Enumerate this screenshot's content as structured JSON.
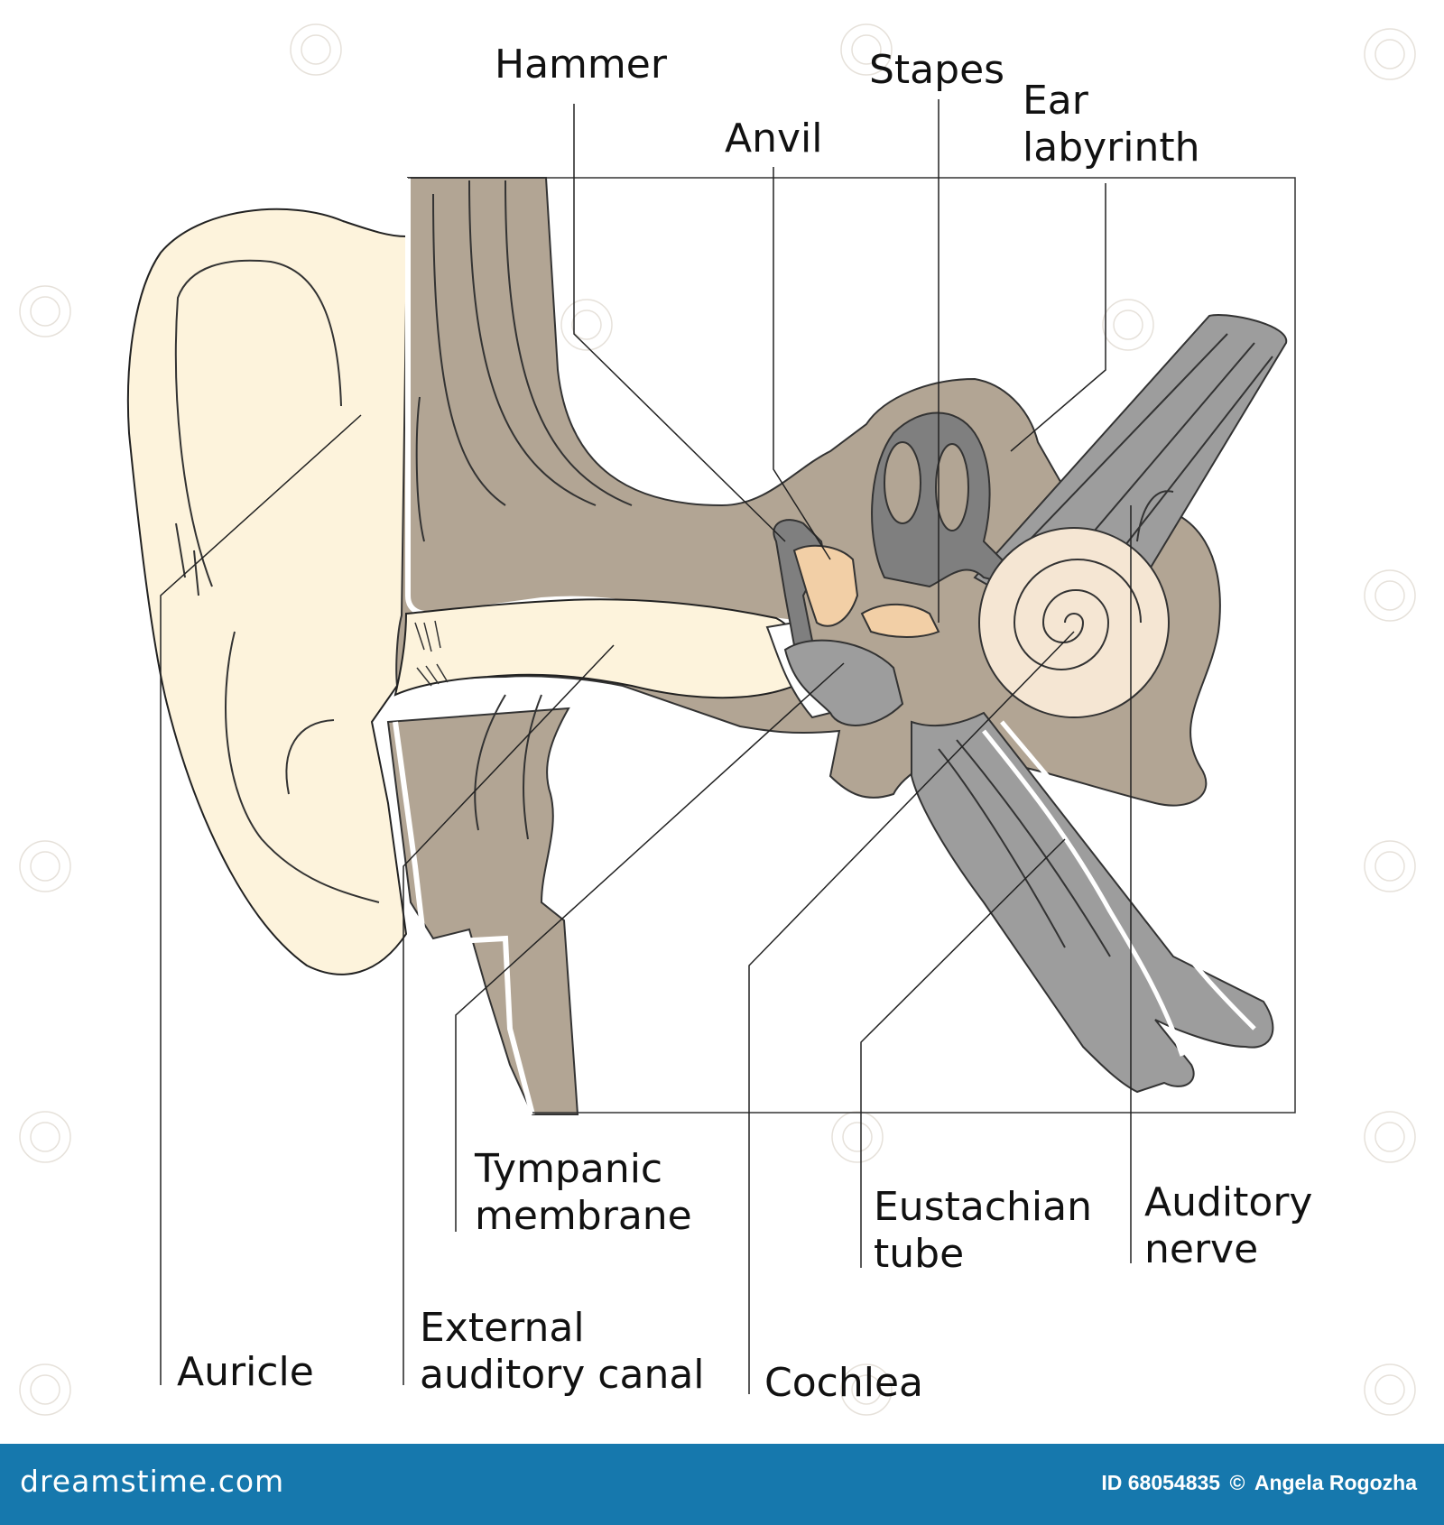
{
  "labels": {
    "hammer": "Hammer",
    "stapes": "Stapes",
    "anvil": "Anvil",
    "ear_labyrinth_1": "Ear",
    "ear_labyrinth_2": "labyrinth",
    "tympanic_1": "Tympanic",
    "tympanic_2": "membrane",
    "eustachian_1": "Eustachian",
    "eustachian_2": "tube",
    "auditory_nerve_1": "Auditory",
    "auditory_nerve_2": "nerve",
    "external_1": "External",
    "external_2": "auditory canal",
    "auricle": "Auricle",
    "cochlea": "Cochlea"
  },
  "footer": {
    "brand": "dreamstime.com",
    "id_text": "ID 68054835",
    "copyright_symbol": "©",
    "author": "Angela Rogozha"
  },
  "colors": {
    "skin": "#fdf3dc",
    "bone": "#b2a594",
    "nerve_grey": "#9d9d9d",
    "ossicle": "#f2cfa6",
    "cochlea": "#f5e6d3",
    "footer_bar": "#1678ad"
  }
}
